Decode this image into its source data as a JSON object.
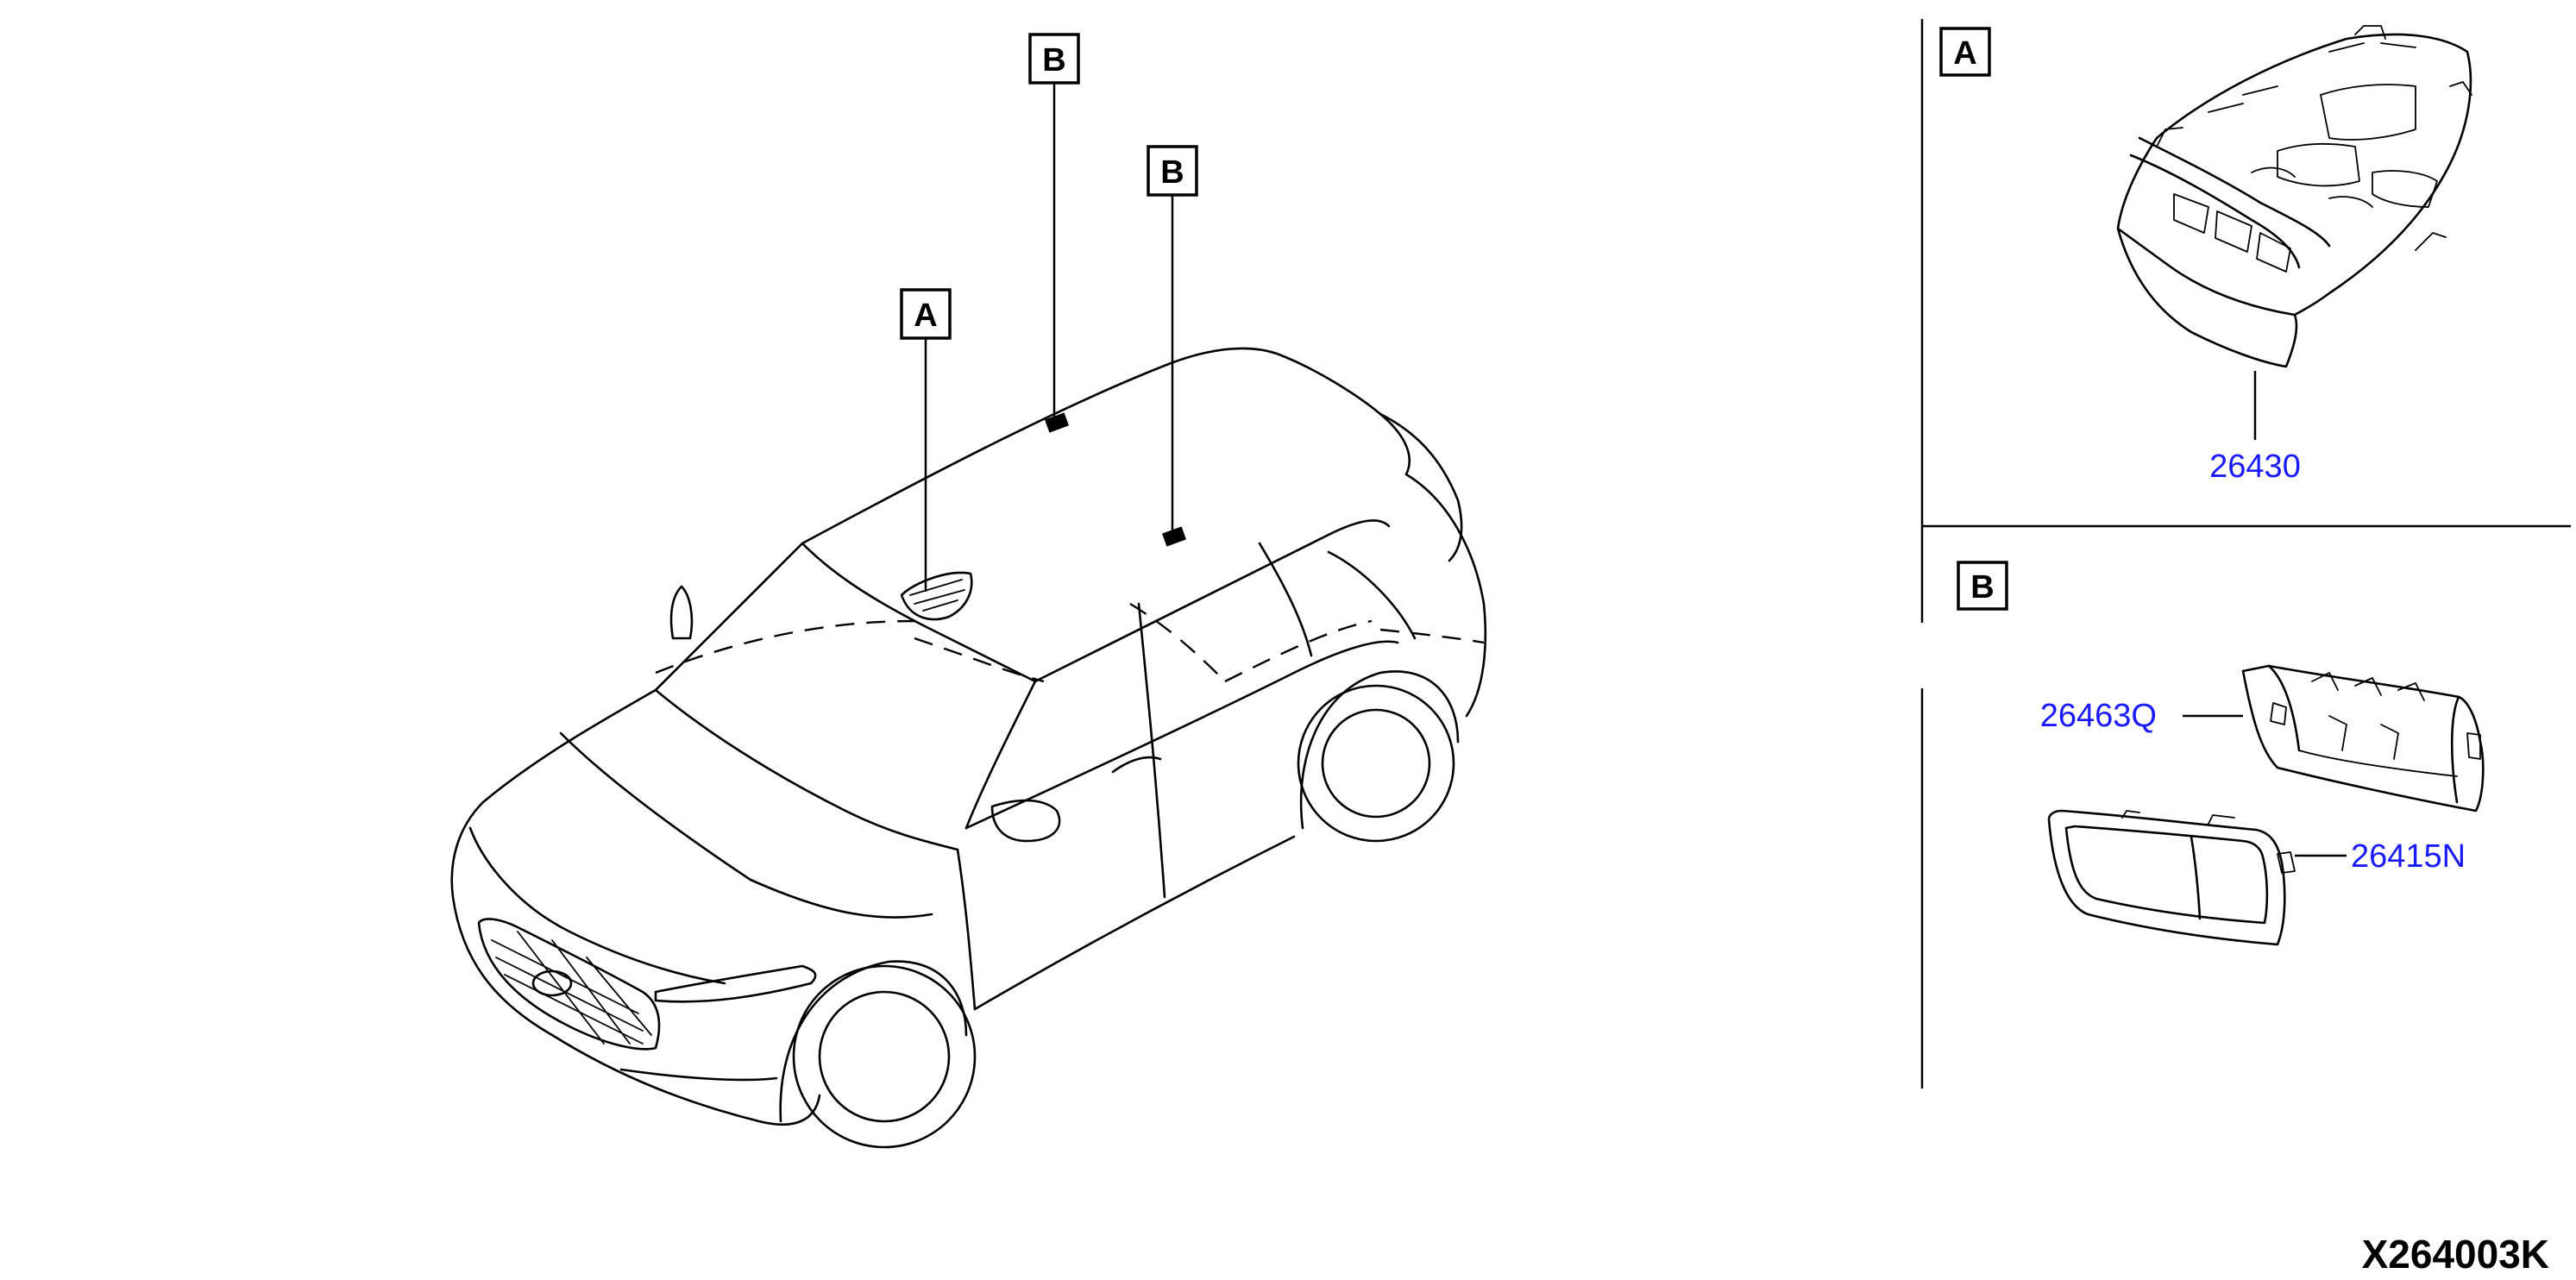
{
  "callouts": {
    "car_a": "A",
    "car_b_left": "B",
    "car_b_right": "B",
    "panel_a": "A",
    "panel_b": "B"
  },
  "parts": {
    "map_lamp": "26430",
    "lamp_housing": "26463Q",
    "lamp_lens": "26415N"
  },
  "diagram_code": "X264003K"
}
